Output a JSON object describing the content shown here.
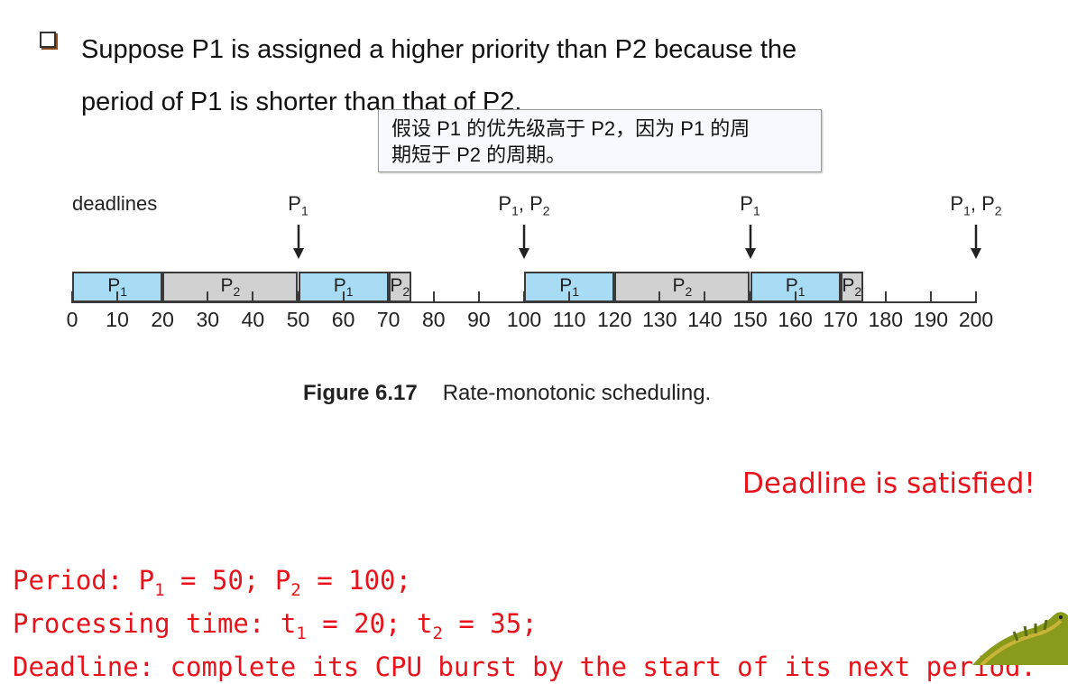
{
  "bullet": {
    "line1": "Suppose P1 is assigned a higher priority than P2 because the",
    "line2": "period of P1 is shorter than that of P2."
  },
  "tooltip": {
    "line1": "假设 P1 的优先级高于 P2，因为 P1 的周",
    "line2": "期短于 P2 的周期。"
  },
  "diagram": {
    "deadlines_label": "deadlines",
    "deadline_markers": [
      {
        "time": 50,
        "processes": [
          "1"
        ]
      },
      {
        "time": 100,
        "processes": [
          "1",
          "2"
        ]
      },
      {
        "time": 150,
        "processes": [
          "1"
        ]
      },
      {
        "time": 200,
        "processes": [
          "1",
          "2"
        ]
      }
    ],
    "segments": [
      {
        "process": "1",
        "start": 0,
        "end": 20
      },
      {
        "process": "2",
        "start": 20,
        "end": 50
      },
      {
        "process": "1",
        "start": 50,
        "end": 70
      },
      {
        "process": "2",
        "start": 70,
        "end": 75
      },
      {
        "process": "1",
        "start": 100,
        "end": 120
      },
      {
        "process": "2",
        "start": 120,
        "end": 150
      },
      {
        "process": "1",
        "start": 150,
        "end": 170
      },
      {
        "process": "2",
        "start": 170,
        "end": 175
      }
    ],
    "ticks": [
      "0",
      "10",
      "20",
      "30",
      "40",
      "50",
      "60",
      "70",
      "80",
      "90",
      "100",
      "110",
      "120",
      "130",
      "140",
      "150",
      "160",
      "170",
      "180",
      "190",
      "200"
    ],
    "colors": {
      "p1": "#a8dcf4",
      "p2": "#d1d1d1"
    }
  },
  "caption": {
    "figure_number": "Figure 6.17",
    "title": "Rate-monotonic scheduling."
  },
  "status": "Deadline is satisfied!",
  "notes": {
    "period": {
      "label": "Period:",
      "p1_value": "50",
      "p2_value": "100"
    },
    "processing": {
      "label": "Processing time:",
      "t1_value": "20",
      "t2_value": "35"
    },
    "deadline": "Deadline: complete its CPU burst by the start of its next period."
  },
  "accent_color": "#e8121b"
}
